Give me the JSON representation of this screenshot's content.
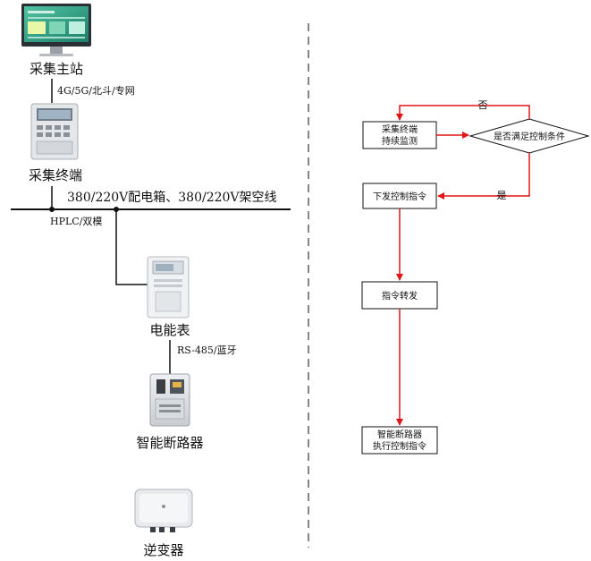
{
  "left": {
    "master_station": "采集主站",
    "link_top": "4G/5G/北斗/专网",
    "terminal": "采集终端",
    "bus_label": "380/220V配电箱、380/220V架空线",
    "link_hplc": "HPLC/双模",
    "meter": "电能表",
    "link_rs485": "RS-485/蓝牙",
    "breaker": "智能断路器",
    "inverter": "逆变器"
  },
  "flow": {
    "monitor_line1": "采集终端",
    "monitor_line2": "持续监测",
    "decision": "是否满足控制条件",
    "no_label": "否",
    "yes_label": "是",
    "issue": "下发控制指令",
    "forward": "指令转发",
    "execute_line1": "智能断路器",
    "execute_line2": "执行控制指令"
  },
  "colors": {
    "arrow": "#e01515",
    "line": "#111111",
    "divider": "#444444"
  }
}
